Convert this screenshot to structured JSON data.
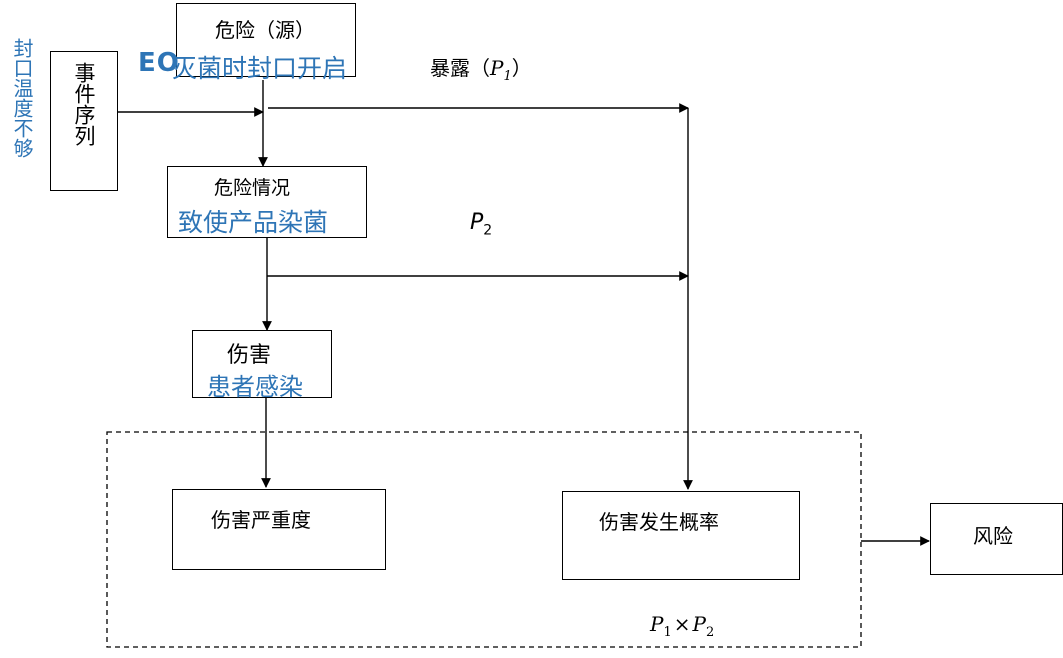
{
  "nodes": {
    "hazard_source": "危险（源）",
    "hazard_source_note_prefix": "EO",
    "hazard_source_note": "灭菌时封口开启",
    "event_sequence": "事件序列",
    "event_sequence_note": "封口温度不够",
    "exposure_label": "暴露（",
    "exposure_p": "P",
    "exposure_sub": "1",
    "exposure_close": "）",
    "hazardous_situation": "危险情况",
    "hazardous_situation_note": "致使产品染菌",
    "p2_p": "P",
    "p2_sub": "2",
    "harm": "伤害",
    "harm_note": "患者感染",
    "severity": "伤害严重度",
    "probability": "伤害发生概率",
    "risk": "风险",
    "formula_p1": "P",
    "formula_sub1": "1",
    "formula_times": "×",
    "formula_p2": "P",
    "formula_sub2": "2"
  },
  "colors": {
    "note_blue": "#2e75b6",
    "line": "#000000"
  }
}
